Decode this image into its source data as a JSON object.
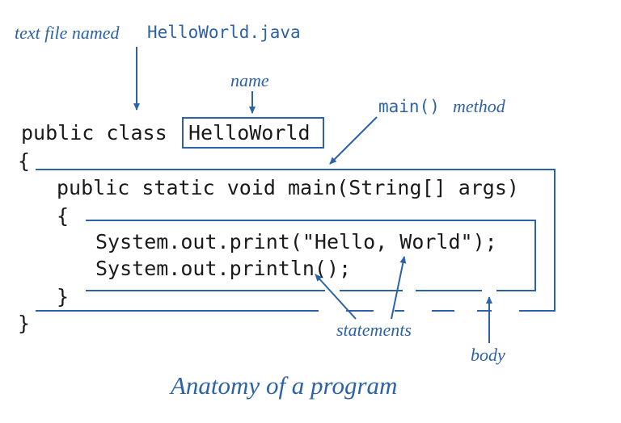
{
  "code": {
    "line1_keyword": "public class",
    "line1_name": "HelloWorld",
    "line2": "{",
    "line3": "public static void main(String[] args)",
    "line4": "{",
    "line5": "System.out.print(\"Hello, World\");",
    "line6": "System.out.println();",
    "line7": "}",
    "line8": "}"
  },
  "annotations": {
    "file_prefix": "text file named",
    "file_name": "HelloWorld.java",
    "name": "name",
    "method_code": "main()",
    "method_label": "method",
    "statements": "statements",
    "body": "body"
  },
  "caption": "Anatomy of a program",
  "colors": {
    "accent": "#2d63a6",
    "code_text": "#1a1a1a",
    "background": "#ffffff"
  }
}
